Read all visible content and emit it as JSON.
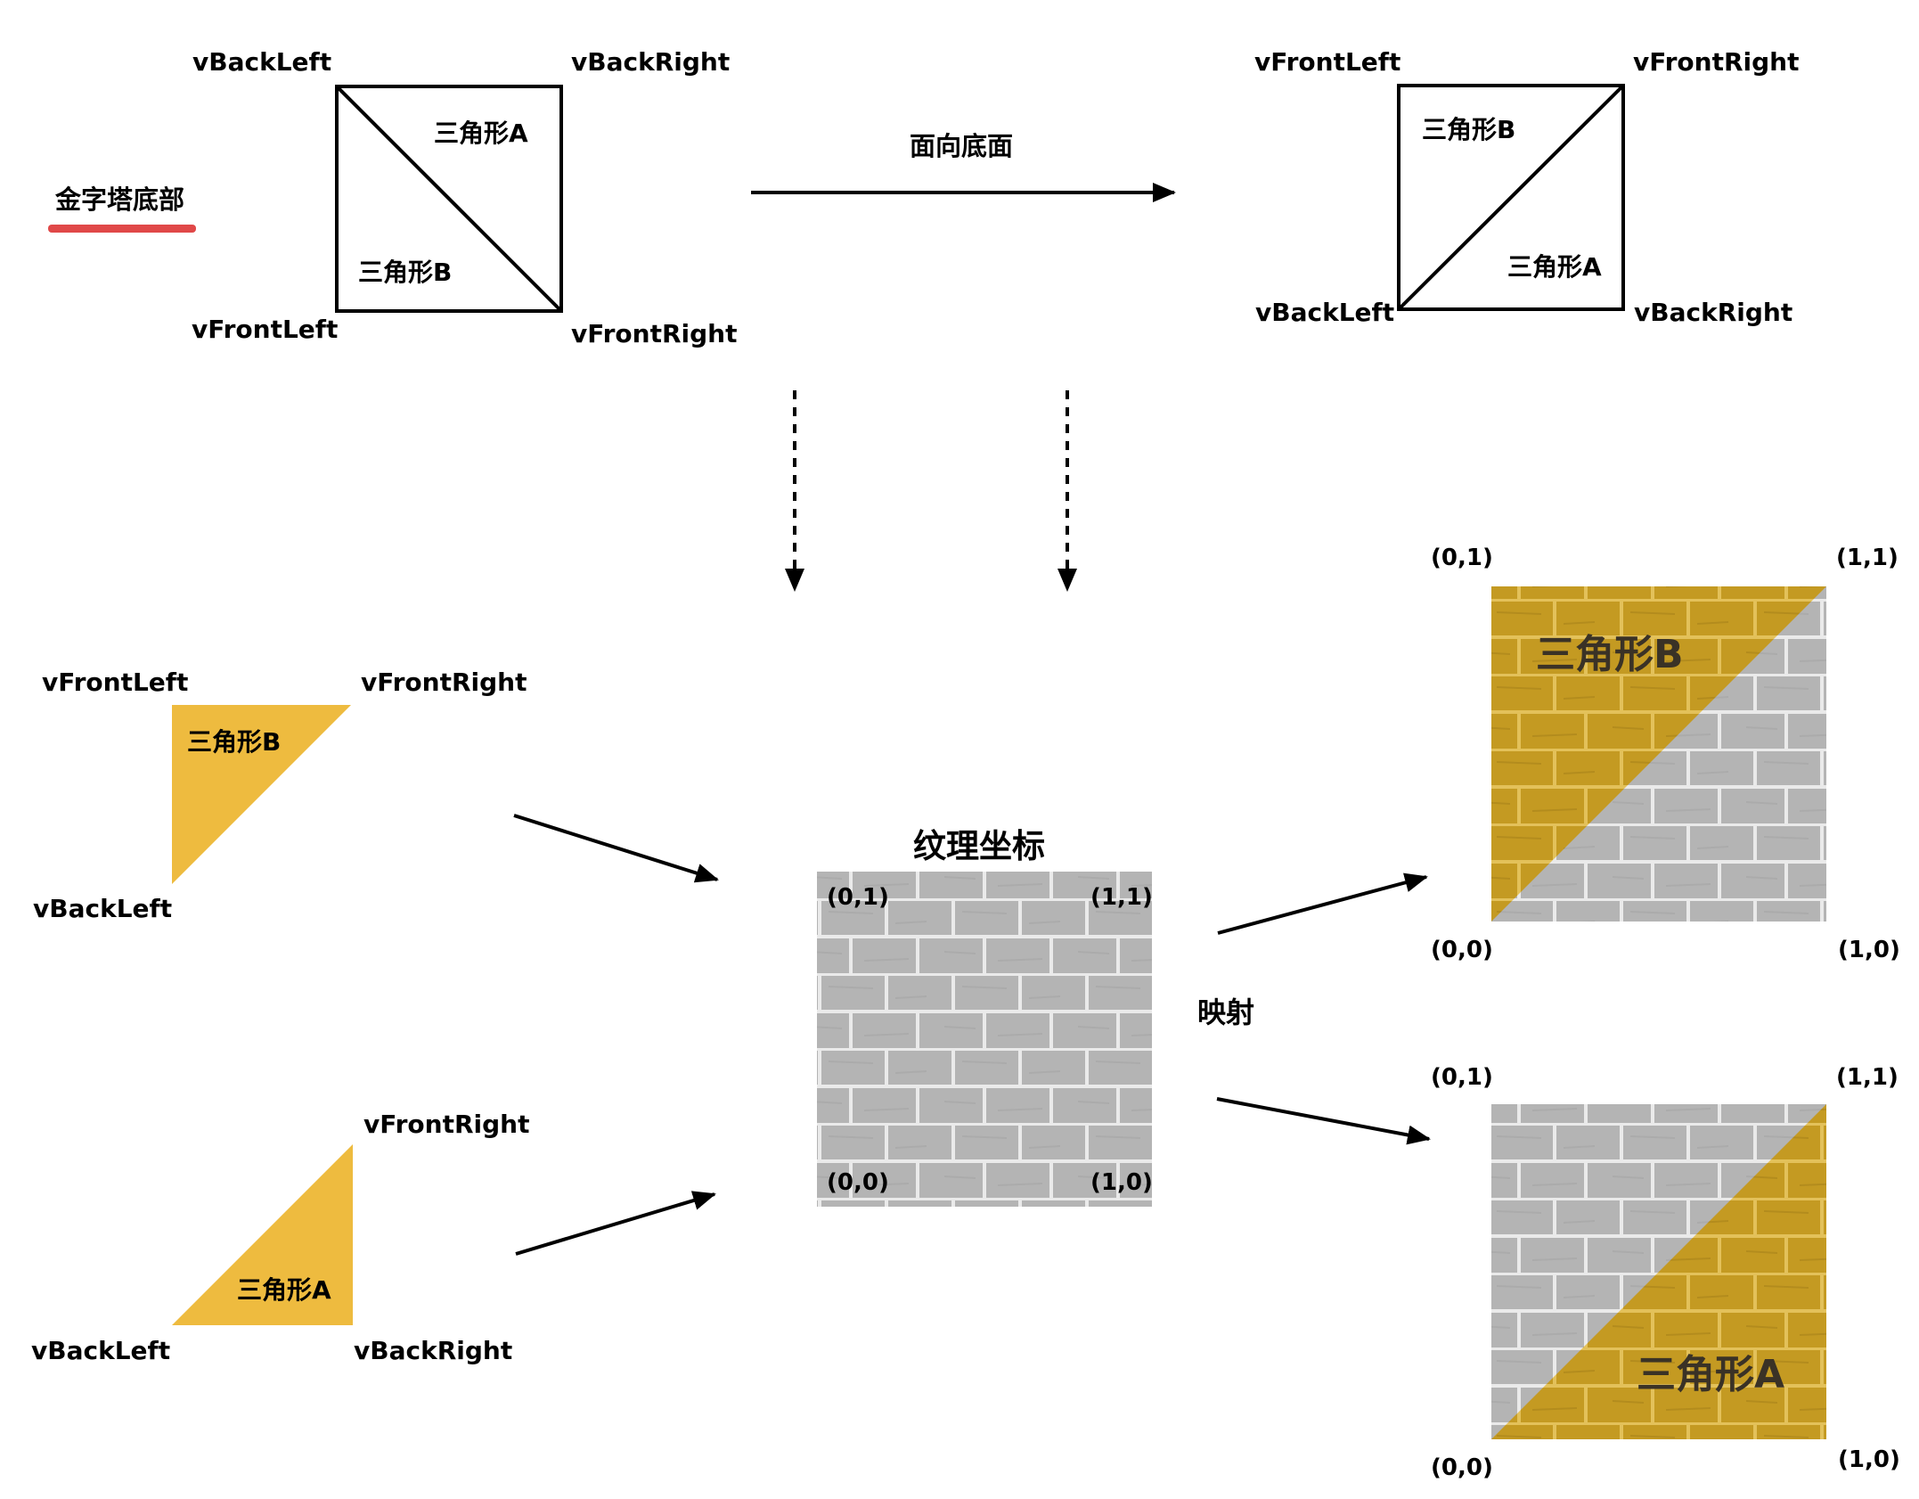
{
  "pyramid_base": {
    "title": "金字塔底部",
    "corners": {
      "back_left": "vBackLeft",
      "back_right": "vBackRight",
      "front_left": "vFrontLeft",
      "front_right": "vFrontRight"
    },
    "triangle_a": "三角形A",
    "triangle_b": "三角形B"
  },
  "transform_label": "面向底面",
  "faced_base": {
    "corners": {
      "front_left": "vFrontLeft",
      "front_right": "vFrontRight",
      "back_left": "vBackLeft",
      "back_right": "vBackRight"
    },
    "triangle_a": "三角形A",
    "triangle_b": "三角形B"
  },
  "split_triangles": {
    "triangle_b": {
      "label": "三角形B",
      "corner_front_left": "vFrontLeft",
      "corner_front_right": "vFrontRight",
      "corner_back_left": "vBackLeft"
    },
    "triangle_a": {
      "label": "三角形A",
      "corner_front_right": "vFrontRight",
      "corner_back_left": "vBackLeft",
      "corner_back_right": "vBackRight"
    }
  },
  "texture": {
    "title": "纹理坐标",
    "coord_tl": "(0,1)",
    "coord_tr": "(1,1)",
    "coord_bl": "(0,0)",
    "coord_br": "(1,0)"
  },
  "mapping_label": "映射",
  "mapped_b": {
    "label": "三角形B",
    "coord_tl": "(0,1)",
    "coord_tr": "(1,1)",
    "coord_bl": "(0,0)",
    "coord_br": "(1,0)"
  },
  "mapped_a": {
    "label": "三角形A",
    "coord_tl": "(0,1)",
    "coord_tr": "(1,1)",
    "coord_bl": "(0,0)",
    "coord_br": "(1,0)"
  },
  "colors": {
    "triangle_fill": "#EEBB3F",
    "texture_gray": "#B4B4B4",
    "mortar": "#E8E8E8",
    "gold_overlay": "#C49A22",
    "underline_red": "#E04848",
    "ink": "#000000"
  }
}
